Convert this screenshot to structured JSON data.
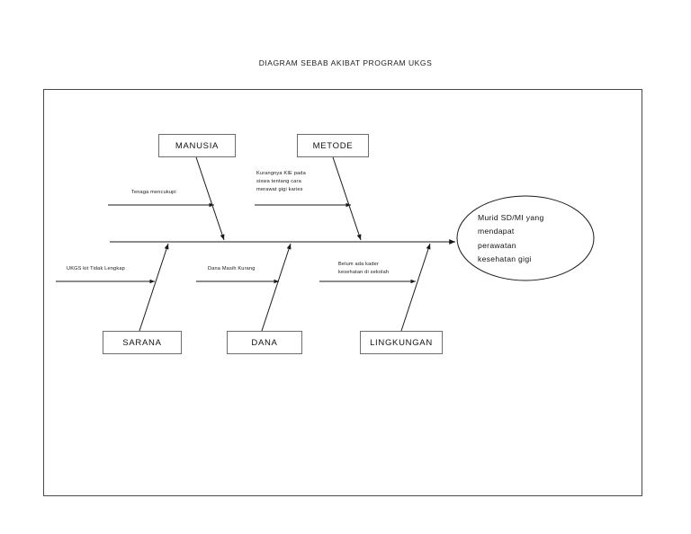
{
  "document": {
    "title": "DIAGRAM SEBAB AKIBAT PROGRAM UKGS"
  },
  "diagram": {
    "type": "fishbone-cause-effect",
    "effect": {
      "label": "Murid  SD/MI  yang\nmendapat\nperawatan\nkesehatan gigi"
    },
    "categories": [
      {
        "id": "manusia",
        "label": "MANUSIA",
        "position": "top",
        "cause": "Tenaga mencukupi"
      },
      {
        "id": "metode",
        "label": "METODE",
        "position": "top",
        "cause": "Kurangnya KIE pada\nsiswa tentang cara\nmerawat gigi karies"
      },
      {
        "id": "sarana",
        "label": "SARANA",
        "position": "bottom",
        "cause": "UKGS kit Tidak Lengkap"
      },
      {
        "id": "dana",
        "label": "DANA",
        "position": "bottom",
        "cause": "Dana Masih Kurang"
      },
      {
        "id": "lingkungan",
        "label": "LINGKUNGAN",
        "position": "bottom",
        "cause": "Belum ada kader\nkesehatan di sekolah"
      }
    ],
    "colors": {
      "line": "#1a1a1a",
      "frame": "#4a4a4a",
      "box_border": "#6e6e6e",
      "background": "#ffffff"
    }
  }
}
